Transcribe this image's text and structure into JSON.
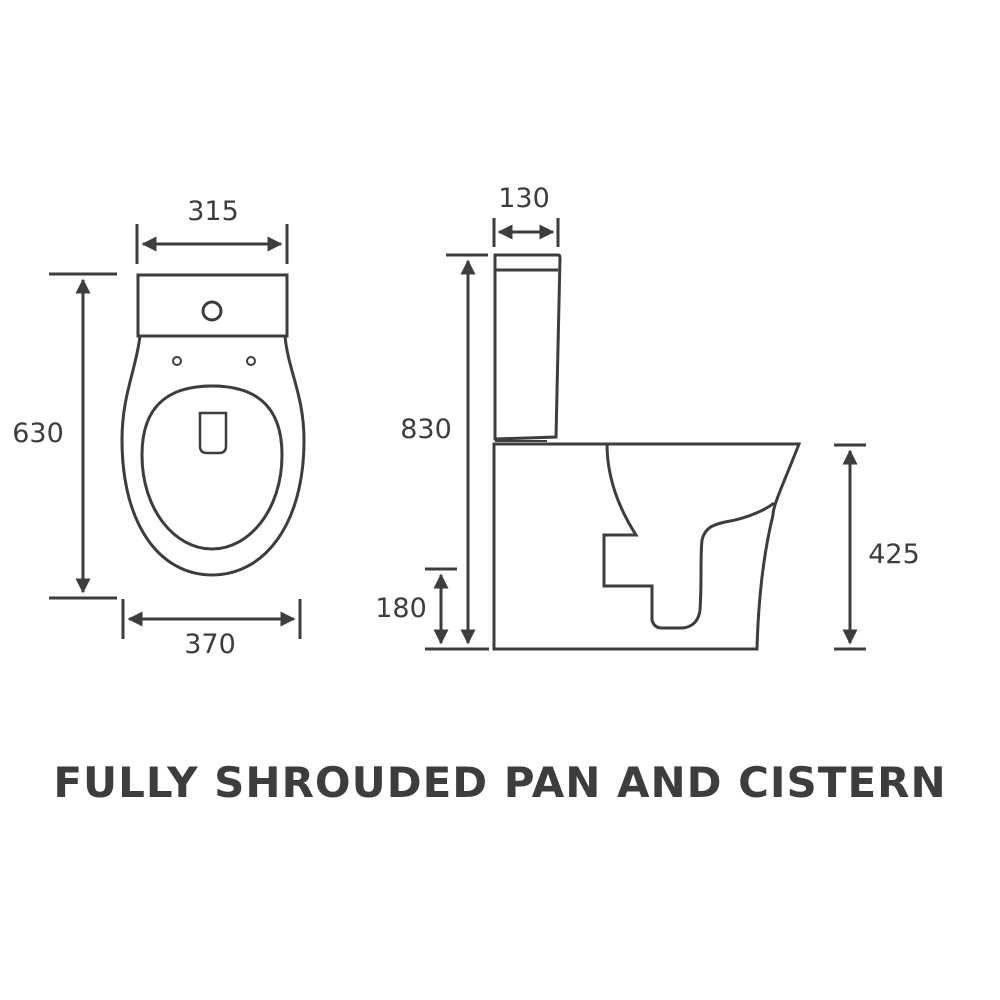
{
  "title": "FULLY SHROUDED PAN AND CISTERN",
  "colors": {
    "line": "#3d3d3d",
    "background": "#ffffff"
  },
  "plan_view": {
    "dimensions": {
      "cistern_width": "315",
      "overall_depth": "630",
      "pan_width": "370"
    }
  },
  "side_view": {
    "dimensions": {
      "cistern_depth": "130",
      "overall_height": "830",
      "outlet_height": "180",
      "pan_height": "425"
    }
  }
}
